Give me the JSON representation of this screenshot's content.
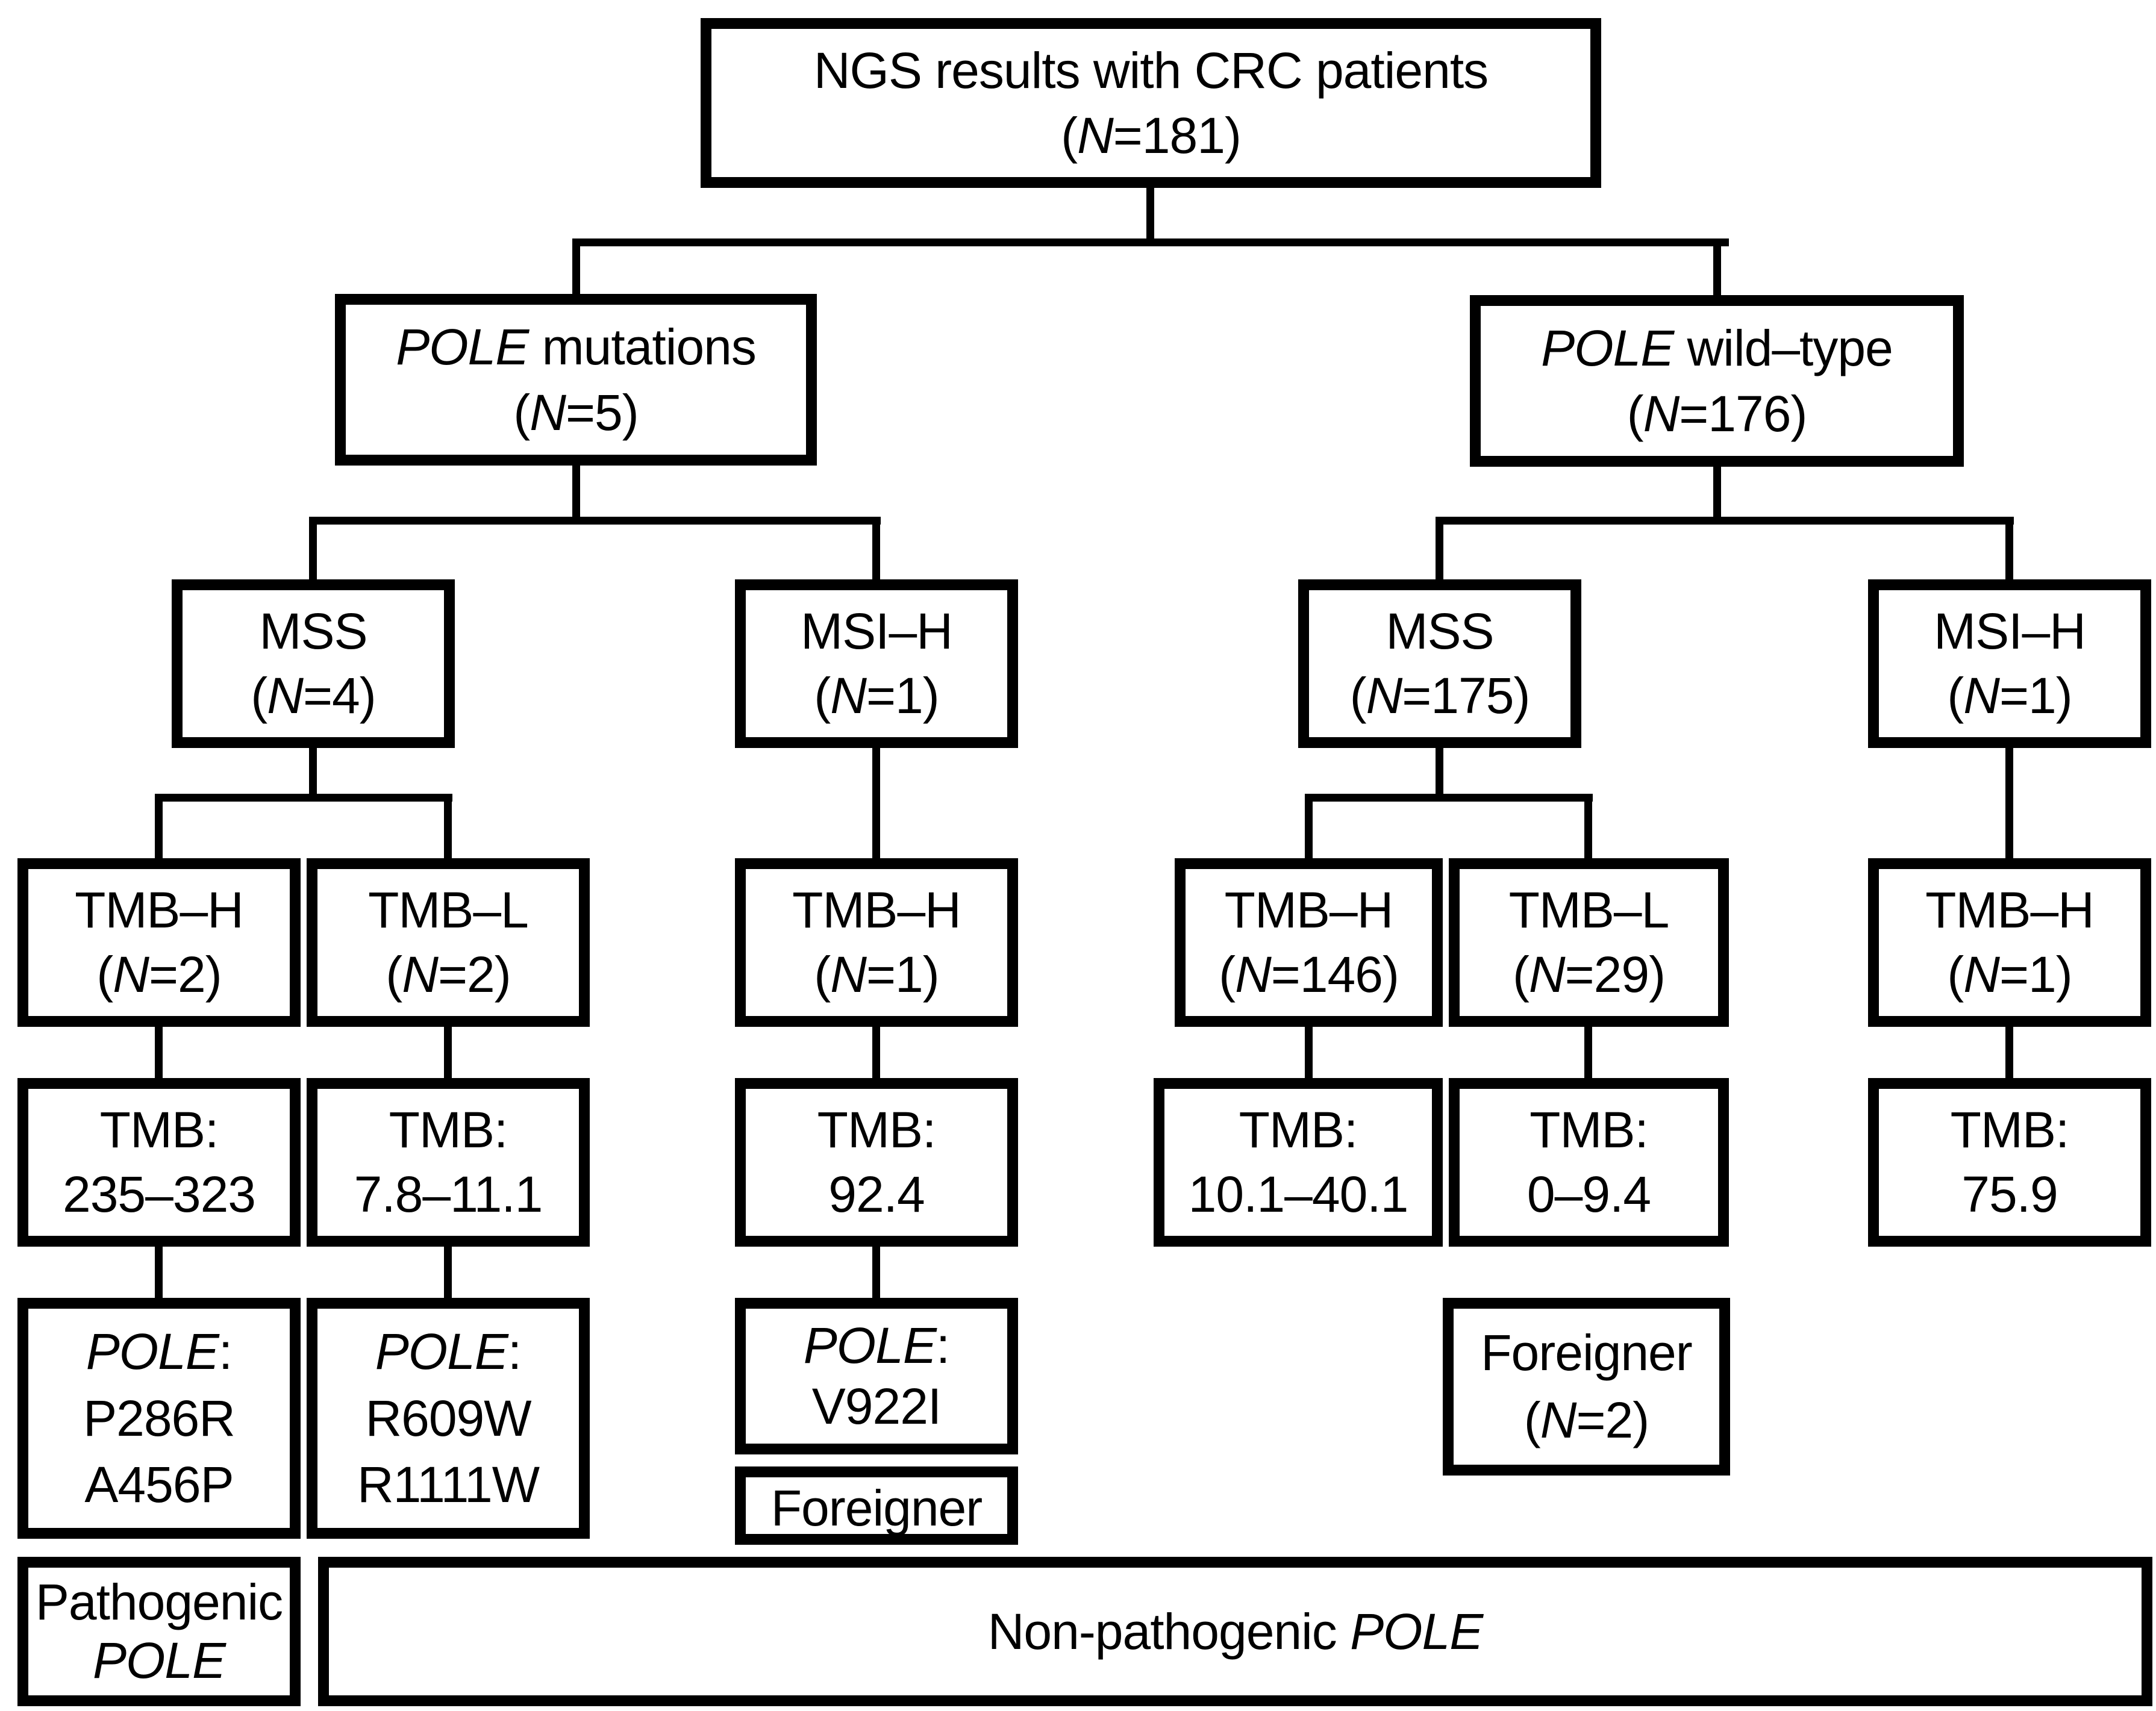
{
  "figure": {
    "kind": "flowchart",
    "background_color": "#ffffff",
    "line_color": "#000000",
    "text_color": "#000000"
  },
  "nodes": [
    {
      "id": "root",
      "lines": [
        [
          {
            "t": "NGS results with CRC patients"
          }
        ],
        [
          {
            "t": "("
          },
          {
            "t": "N",
            "i": true
          },
          {
            "t": "=181)"
          }
        ]
      ]
    },
    {
      "id": "pole-mutations",
      "lines": [
        [
          {
            "t": "POLE",
            "i": true
          },
          {
            "t": " mutations"
          }
        ],
        [
          {
            "t": "("
          },
          {
            "t": "N",
            "i": true
          },
          {
            "t": "=5)"
          }
        ]
      ]
    },
    {
      "id": "pole-wild-type",
      "lines": [
        [
          {
            "t": "POLE",
            "i": true
          },
          {
            "t": " wild–type"
          }
        ],
        [
          {
            "t": "("
          },
          {
            "t": "N",
            "i": true
          },
          {
            "t": "=176)"
          }
        ]
      ]
    },
    {
      "id": "mss-pole-mutations",
      "lines": [
        [
          {
            "t": "MSS"
          }
        ],
        [
          {
            "t": "("
          },
          {
            "t": "N",
            "i": true
          },
          {
            "t": "=4)"
          }
        ]
      ]
    },
    {
      "id": "msih-pole-mutations",
      "lines": [
        [
          {
            "t": "MSI–H"
          }
        ],
        [
          {
            "t": "("
          },
          {
            "t": "N",
            "i": true
          },
          {
            "t": "=1)"
          }
        ]
      ]
    },
    {
      "id": "mss-pole-wild-type",
      "lines": [
        [
          {
            "t": "MSS"
          }
        ],
        [
          {
            "t": "("
          },
          {
            "t": "N",
            "i": true
          },
          {
            "t": "=175)"
          }
        ]
      ]
    },
    {
      "id": "msih-pole-wild-type",
      "lines": [
        [
          {
            "t": "MSI–H"
          }
        ],
        [
          {
            "t": "("
          },
          {
            "t": "N",
            "i": true
          },
          {
            "t": "=1)"
          }
        ]
      ]
    },
    {
      "id": "tmbh-n2",
      "lines": [
        [
          {
            "t": "TMB–H"
          }
        ],
        [
          {
            "t": "("
          },
          {
            "t": "N",
            "i": true
          },
          {
            "t": "=2)"
          }
        ]
      ]
    },
    {
      "id": "tmbl-n2",
      "lines": [
        [
          {
            "t": "TMB–L"
          }
        ],
        [
          {
            "t": "("
          },
          {
            "t": "N",
            "i": true
          },
          {
            "t": "=2)"
          }
        ]
      ]
    },
    {
      "id": "tmbh-n1-left",
      "lines": [
        [
          {
            "t": "TMB–H"
          }
        ],
        [
          {
            "t": "("
          },
          {
            "t": "N",
            "i": true
          },
          {
            "t": "=1)"
          }
        ]
      ]
    },
    {
      "id": "tmbh-n146",
      "lines": [
        [
          {
            "t": "TMB–H"
          }
        ],
        [
          {
            "t": "("
          },
          {
            "t": "N",
            "i": true
          },
          {
            "t": "=146)"
          }
        ]
      ]
    },
    {
      "id": "tmbl-n29",
      "lines": [
        [
          {
            "t": "TMB–L"
          }
        ],
        [
          {
            "t": "("
          },
          {
            "t": "N",
            "i": true
          },
          {
            "t": "=29)"
          }
        ]
      ]
    },
    {
      "id": "tmbh-n1-right",
      "lines": [
        [
          {
            "t": "TMB–H"
          }
        ],
        [
          {
            "t": "("
          },
          {
            "t": "N",
            "i": true
          },
          {
            "t": "=1)"
          }
        ]
      ]
    },
    {
      "id": "tmb-235-323",
      "lines": [
        [
          {
            "t": "TMB:"
          }
        ],
        [
          {
            "t": "235–323"
          }
        ]
      ]
    },
    {
      "id": "tmb-7-8-11-1",
      "lines": [
        [
          {
            "t": "TMB:"
          }
        ],
        [
          {
            "t": "7.8–11.1"
          }
        ]
      ]
    },
    {
      "id": "tmb-92-4",
      "lines": [
        [
          {
            "t": "TMB:"
          }
        ],
        [
          {
            "t": "92.4"
          }
        ]
      ]
    },
    {
      "id": "tmb-10-1-40-1",
      "lines": [
        [
          {
            "t": "TMB:"
          }
        ],
        [
          {
            "t": "10.1–40.1"
          }
        ]
      ]
    },
    {
      "id": "tmb-0-9-4",
      "lines": [
        [
          {
            "t": "TMB:"
          }
        ],
        [
          {
            "t": "0–9.4"
          }
        ]
      ]
    },
    {
      "id": "tmb-75-9",
      "lines": [
        [
          {
            "t": "TMB:"
          }
        ],
        [
          {
            "t": "75.9"
          }
        ]
      ]
    },
    {
      "id": "pole-p286r-a456p",
      "lines": [
        [
          {
            "t": "POLE",
            "i": true
          },
          {
            "t": ":"
          }
        ],
        [
          {
            "t": "P286R"
          }
        ],
        [
          {
            "t": "A456P"
          }
        ]
      ]
    },
    {
      "id": "pole-r609w-r1111w",
      "lines": [
        [
          {
            "t": "POLE",
            "i": true
          },
          {
            "t": ":"
          }
        ],
        [
          {
            "t": "R609W"
          }
        ],
        [
          {
            "t": "R1111W"
          }
        ]
      ]
    },
    {
      "id": "pole-v922i",
      "lines": [
        [
          {
            "t": "POLE",
            "i": true
          },
          {
            "t": ":"
          }
        ],
        [
          {
            "t": "V922I"
          }
        ]
      ]
    },
    {
      "id": "foreigner",
      "lines": [
        [
          {
            "t": "Foreigner"
          }
        ]
      ]
    },
    {
      "id": "foreigner-n2",
      "lines": [
        [
          {
            "t": "Foreigner"
          }
        ],
        [
          {
            "t": "("
          },
          {
            "t": "N",
            "i": true
          },
          {
            "t": "=2)"
          }
        ]
      ]
    },
    {
      "id": "pathogenic-pole",
      "lines": [
        [
          {
            "t": "Pathogenic"
          }
        ],
        [
          {
            "t": "POLE",
            "i": true
          }
        ]
      ]
    },
    {
      "id": "non-pathogenic-pole",
      "lines": [
        [
          {
            "t": "Non-pathogenic "
          },
          {
            "t": "POLE",
            "i": true
          }
        ]
      ]
    }
  ]
}
